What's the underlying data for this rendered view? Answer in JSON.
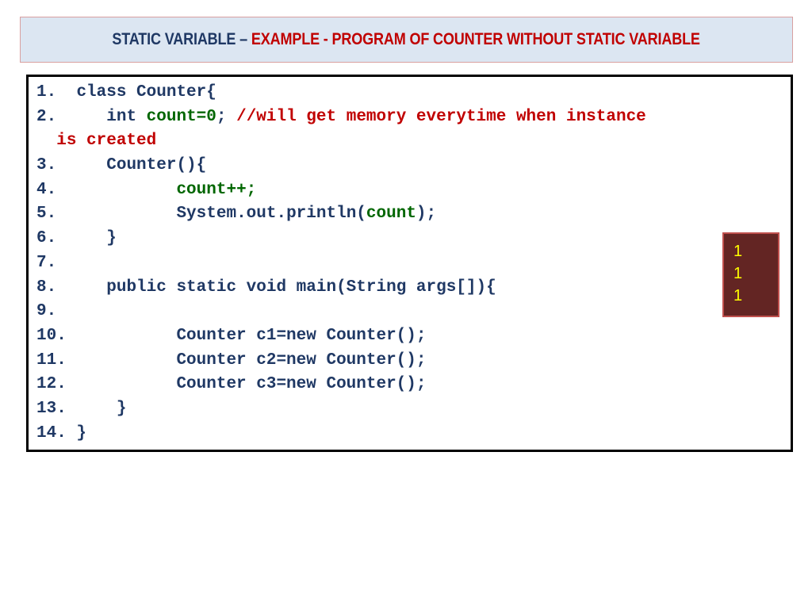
{
  "title": {
    "part1": "STATIC VARIABLE – ",
    "part2": "EXAMPLE - PROGRAM OF COUNTER WITHOUT STATIC VARIABLE"
  },
  "code": {
    "lines": [
      {
        "num": "1.",
        "indent": "  ",
        "segments": [
          {
            "text": "class Counter{",
            "color": "blue"
          }
        ]
      },
      {
        "num": "2.",
        "indent": "     ",
        "segments": [
          {
            "text": "int ",
            "color": "blue"
          },
          {
            "text": "count=0",
            "color": "green"
          },
          {
            "text": "; ",
            "color": "blue"
          },
          {
            "text": "//will get memory everytime when instance",
            "color": "red"
          }
        ]
      },
      {
        "num": "",
        "indent": "  ",
        "segments": [
          {
            "text": "is created",
            "color": "red"
          }
        ]
      },
      {
        "num": "3.",
        "indent": "     ",
        "segments": [
          {
            "text": "Counter(){",
            "color": "blue"
          }
        ]
      },
      {
        "num": "4.",
        "indent": "            ",
        "segments": [
          {
            "text": "count++;",
            "color": "green"
          }
        ]
      },
      {
        "num": "5.",
        "indent": "            ",
        "segments": [
          {
            "text": "System.out.println(",
            "color": "blue"
          },
          {
            "text": "count",
            "color": "green"
          },
          {
            "text": ");",
            "color": "blue"
          }
        ]
      },
      {
        "num": "6.",
        "indent": "     ",
        "segments": [
          {
            "text": "}",
            "color": "blue"
          }
        ]
      },
      {
        "num": "7.",
        "indent": "",
        "segments": []
      },
      {
        "num": "8.",
        "indent": "     ",
        "segments": [
          {
            "text": "public static void main(String args[]){",
            "color": "blue"
          }
        ]
      },
      {
        "num": "9.",
        "indent": "",
        "segments": []
      },
      {
        "num": "10.",
        "indent": "           ",
        "segments": [
          {
            "text": "Counter c1=new Counter();",
            "color": "blue"
          }
        ]
      },
      {
        "num": "11.",
        "indent": "           ",
        "segments": [
          {
            "text": "Counter c2=new Counter();",
            "color": "blue"
          }
        ]
      },
      {
        "num": "12.",
        "indent": "           ",
        "segments": [
          {
            "text": "Counter c3=new Counter();",
            "color": "blue"
          }
        ]
      },
      {
        "num": "13.",
        "indent": "     ",
        "segments": [
          {
            "text": "}",
            "color": "blue"
          }
        ]
      },
      {
        "num": "14.",
        "indent": " ",
        "segments": [
          {
            "text": "}",
            "color": "blue"
          }
        ]
      }
    ]
  },
  "output": {
    "lines": [
      "1",
      "1",
      "1"
    ]
  },
  "colors": {
    "title_dark": "#1f3864",
    "title_red": "#c00000",
    "code_blue": "#1f3864",
    "code_green": "#006600",
    "code_red": "#c00000",
    "output_bg": "#632523",
    "output_text": "#ffff00"
  }
}
